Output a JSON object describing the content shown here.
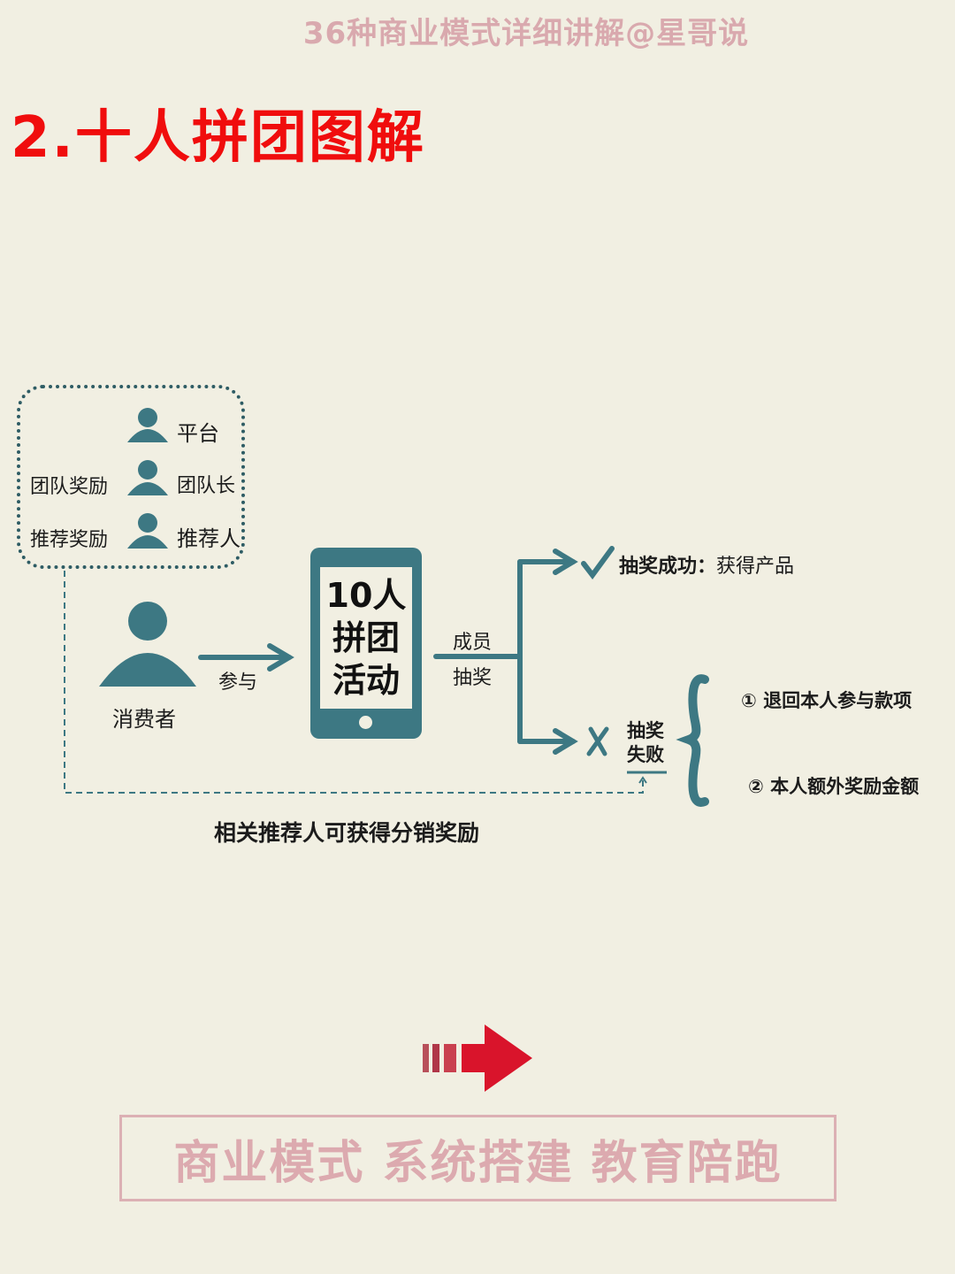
{
  "header": {
    "watermark": "36种商业模式详细讲解@星哥说",
    "title": "2.十人拼团图解"
  },
  "hierarchy_box": {
    "roles": [
      {
        "label": "平台",
        "reward": ""
      },
      {
        "label": "团队长",
        "reward": "团队奖励"
      },
      {
        "label": "推荐人",
        "reward": "推荐奖励"
      }
    ]
  },
  "consumer": {
    "label": "消费者",
    "arrow_label": "参与"
  },
  "phone": {
    "line1": "10人",
    "line2": "拼团",
    "line3": "活动"
  },
  "draw": {
    "label_top": "成员",
    "label_bottom": "抽奖",
    "success": {
      "icon": "check-icon",
      "label": "抽奖成功：",
      "result": "获得产品"
    },
    "failure": {
      "icon": "cross-icon",
      "label_line1": "抽奖",
      "label_line2": "失败",
      "outcomes": [
        "① 退回本人参与款项",
        "② 本人额外奖励金额"
      ]
    }
  },
  "referral_note": "相关推荐人可获得分销奖励",
  "footer": {
    "arrow_icon": "right-arrow-icon",
    "slogan": "商业模式 系统搭建 教育陪跑"
  },
  "colors": {
    "background": "#f1efe2",
    "teal": "#3d7883",
    "title_red": "#f00d0d",
    "arrow_red": "#d9142b",
    "watermark_pink": "#d9a9ae"
  }
}
